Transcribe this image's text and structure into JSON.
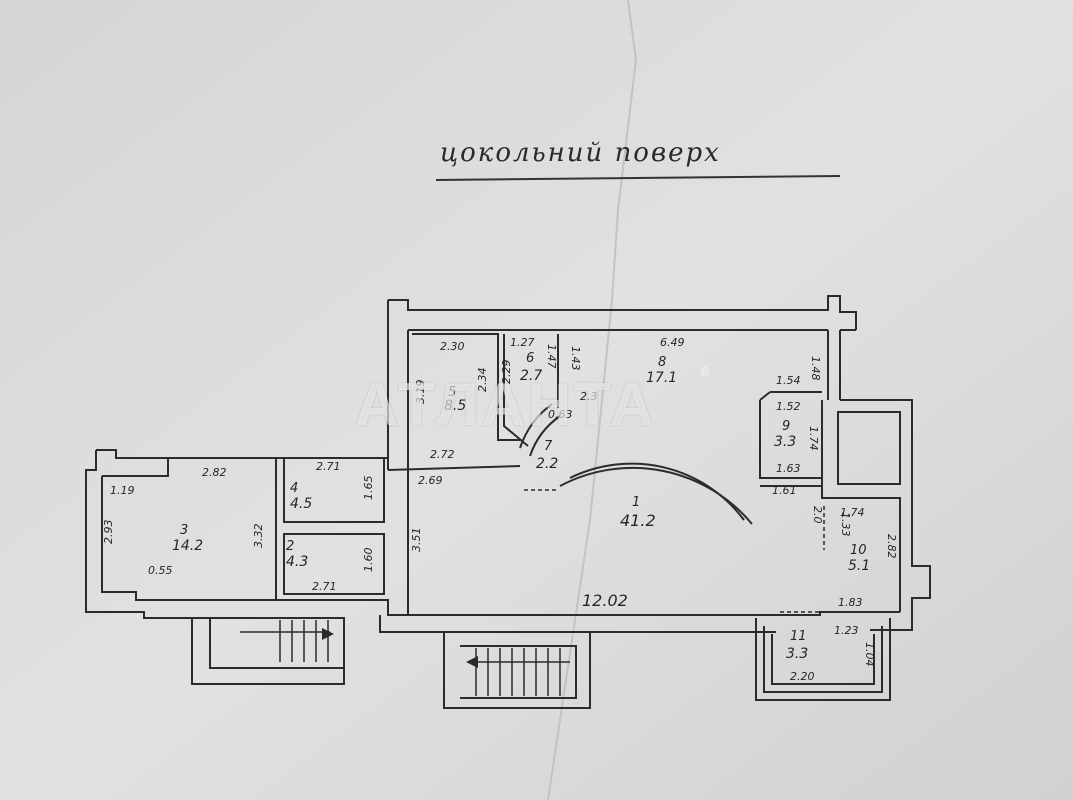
{
  "title": "цокольний поверх",
  "watermark": "АТЛАНТА",
  "watermark_mark": "®",
  "rooms": [
    {
      "no": "1",
      "area": "41.2"
    },
    {
      "no": "2",
      "area": "4.3"
    },
    {
      "no": "3",
      "area": "14.2"
    },
    {
      "no": "4",
      "area": "4.5"
    },
    {
      "no": "5",
      "area": "8.5"
    },
    {
      "no": "6",
      "area": "2.7"
    },
    {
      "no": "7",
      "area": "2.2"
    },
    {
      "no": "8",
      "area": "17.1"
    },
    {
      "no": "9",
      "area": "3.3"
    },
    {
      "no": "10",
      "area": "5.1"
    },
    {
      "no": "11",
      "area": "3.3"
    }
  ],
  "dimensions": {
    "d_230": "2.30",
    "d_127": "1.27",
    "d_649": "6.49",
    "d_148": "1.48",
    "d_319": "3.19",
    "d_234": "2.34",
    "d_229": "2.29",
    "d_147": "1.47",
    "d_143": "1.43",
    "d_063": "0.63",
    "d_23": "2.3",
    "d_154": "1.54",
    "d_152": "1.52",
    "d_174a": "1.74",
    "d_163": "1.63",
    "d_161": "1.61",
    "d_272": "2.72",
    "d_269": "2.69",
    "d_271a": "2.71",
    "d_271b": "2.71",
    "d_165": "1.65",
    "d_160": "1.60",
    "d_351": "3.51",
    "d_282": "2.82",
    "d_119": "1.19",
    "d_293": "2.93",
    "d_332": "3.32",
    "d_055": "0.55",
    "d_1202": "12.02",
    "d_20": "2.0",
    "d_133": "1.33",
    "d_174b": "1.74",
    "d_282b": "2.82",
    "d_183": "1.83",
    "d_123": "1.23",
    "d_104": "1.04",
    "d_220": "2.20"
  }
}
